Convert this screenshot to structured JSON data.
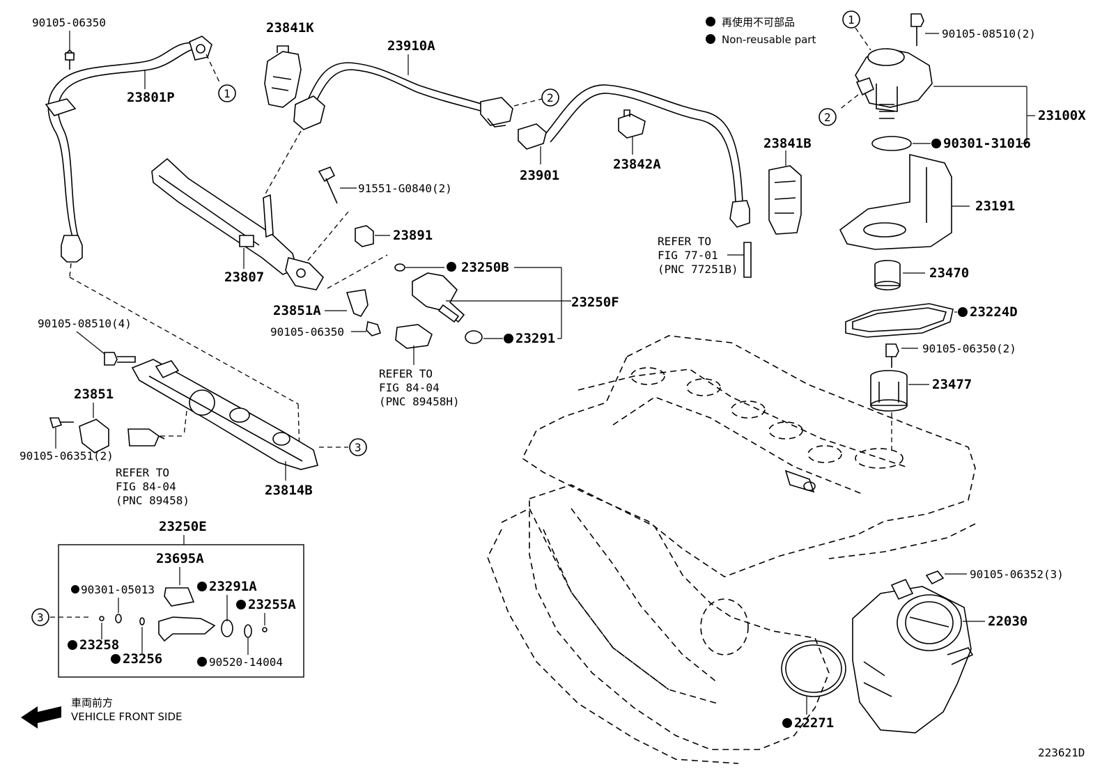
{
  "legend": {
    "line1": "再使用不可部品",
    "line2": "Non-reusable part"
  },
  "front_label": {
    "jp": "車両前方",
    "en": "VEHICLE FRONT SIDE"
  },
  "figure_id": "223621D",
  "callouts": {
    "one": "1",
    "two": "2",
    "three": "3"
  },
  "parts": {
    "p90105_06350_top": "90105-06350",
    "p23801P": "23801P",
    "p23841K": "23841K",
    "p23910A": "23910A",
    "p23807": "23807",
    "p91551": "91551-G0840(2)",
    "p23891": "23891",
    "p23901": "23901",
    "p23842A": "23842A",
    "p23841B": "23841B",
    "p23250B": "23250B",
    "p23250F": "23250F",
    "p23291": "23291",
    "p23851A": "23851A",
    "p90105_06350_mid": "90105-06350",
    "p90105_08510_4": "90105-08510(4)",
    "p23851": "23851",
    "p90105_06351": "90105-06351(2)",
    "p23814B": "23814B",
    "p23250E": "23250E",
    "p23695A": "23695A",
    "p90301_05013": "90301-05013",
    "p23291A": "23291A",
    "p23255A": "23255A",
    "p23258": "23258",
    "p23256": "23256",
    "p90520": "90520-14004",
    "p90105_08510_2": "90105-08510(2)",
    "p23100X": "23100X",
    "p90301_31016": "90301-31016",
    "p23191": "23191",
    "p23470": "23470",
    "p23224D": "23224D",
    "p90105_06350_2": "90105-06350(2)",
    "p23477": "23477",
    "p90105_06352": "90105-06352(3)",
    "p22030": "22030",
    "p22271": "22271"
  },
  "refs": {
    "fig77": {
      "line1": "REFER TO",
      "line2": "FIG 77-01",
      "line3": "(PNC 77251B)"
    },
    "fig84a": {
      "line1": "REFER TO",
      "line2": "FIG 84-04",
      "line3": "(PNC 89458H)"
    },
    "fig84b": {
      "line1": "REFER TO",
      "line2": "FIG 84-04",
      "line3": "(PNC 89458)"
    }
  }
}
